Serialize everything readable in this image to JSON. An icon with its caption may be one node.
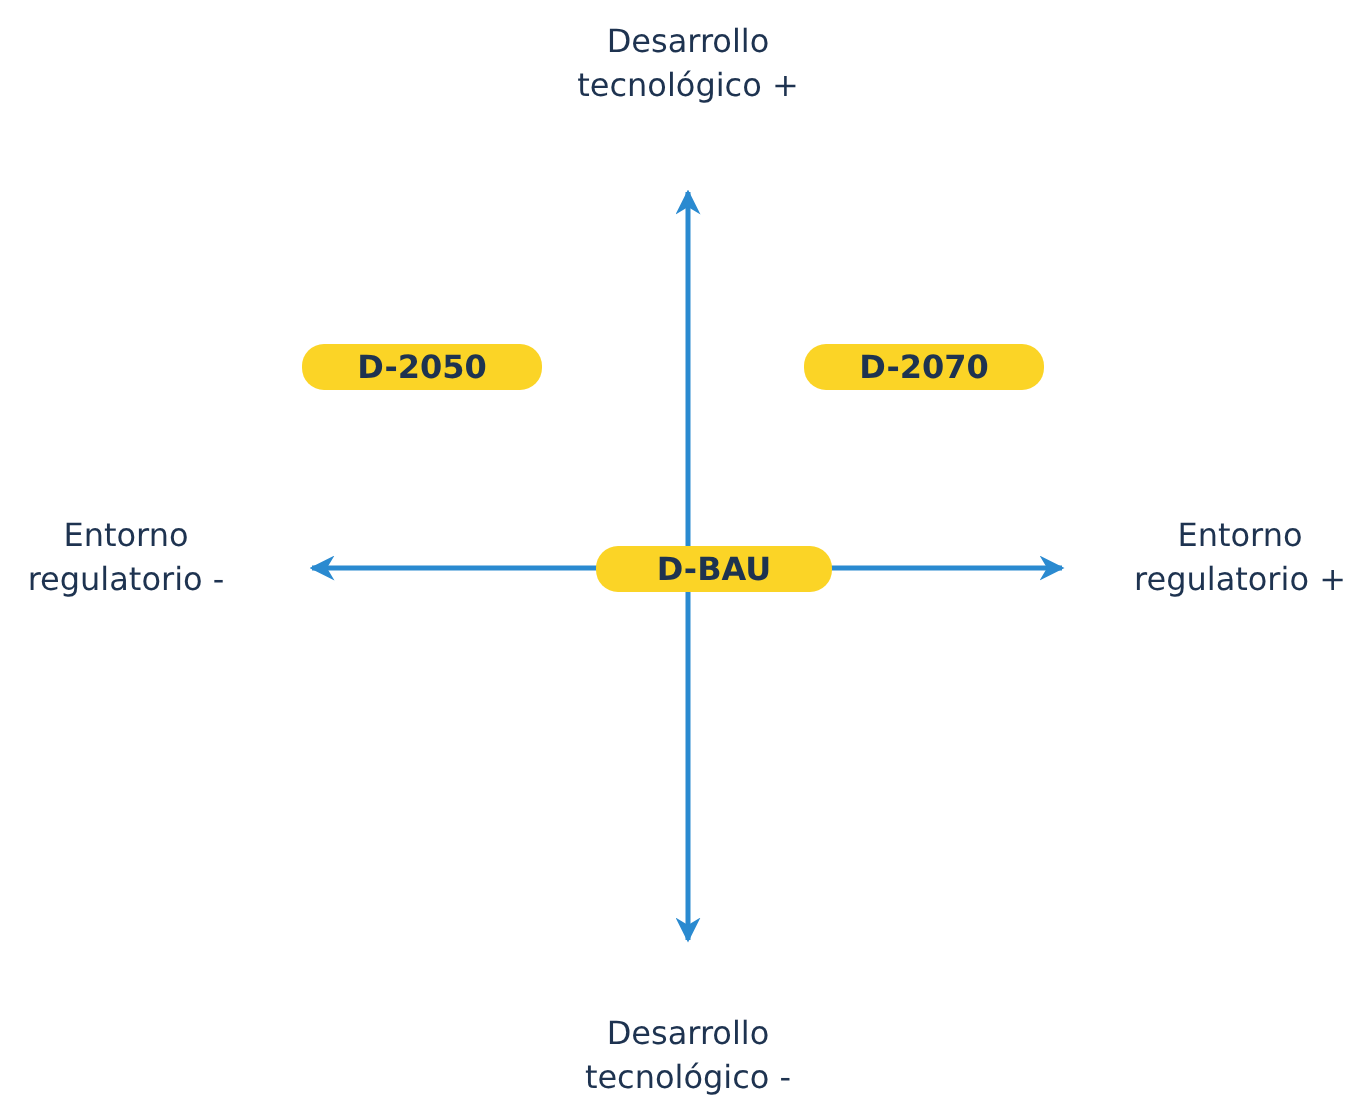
{
  "diagram": {
    "nodes": [
      {
        "text": [
          "D-2050"
        ]
      },
      {
        "text": [
          "D-2070"
        ]
      },
      {
        "text": [
          "D-BAU"
        ]
      }
    ],
    "labels": [
      "Desarrollo tecnológico +",
      "Entorno regulatorio -",
      "Entorno regulatorio +",
      "Desarrollo tecnológico -"
    ]
  }
}
